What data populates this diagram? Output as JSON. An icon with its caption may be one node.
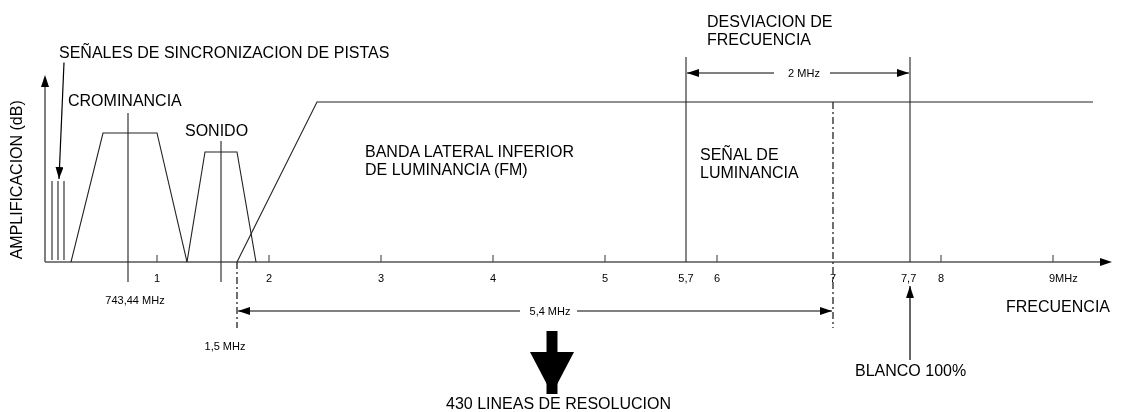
{
  "diagram": {
    "nodes": [
      {
        "text": [
          "SEÑALES DE SINCRONIZACION DE PISTAS"
        ]
      },
      {
        "text": [],
        "shape": "bar"
      },
      {
        "text": [
          "BLANCO 100%"
        ]
      },
      {
        "text": [
          "430 LINEAS DE RESOLUCION"
        ]
      },
      {
        "text": [
          "7,7"
        ]
      }
    ],
    "edges": [
      {
        "from": 0,
        "to": 1,
        "arrow": "to"
      },
      {
        "from": 2,
        "to": 4,
        "arrow": "to"
      },
      {
        "from": null,
        "to": 3,
        "arrow": "to",
        "style": "thick"
      }
    ],
    "labels": [
      "DESVIACION DE FRECUENCIA",
      "2 MHz",
      "AMPLIFICACION (dB)",
      "CROMINANCIA",
      "SONIDO",
      "BANDA LATERAL INFERIOR DE LUMINANCIA (FM)",
      "SEÑAL DE LUMINANCIA",
      "1",
      "2",
      "3",
      "4",
      "5",
      "5,7",
      "6",
      "7",
      "8",
      "9MHz",
      "743,44 MHz",
      "FRECUENCIA",
      "5,4 MHz",
      "1,5 MHz"
    ]
  }
}
